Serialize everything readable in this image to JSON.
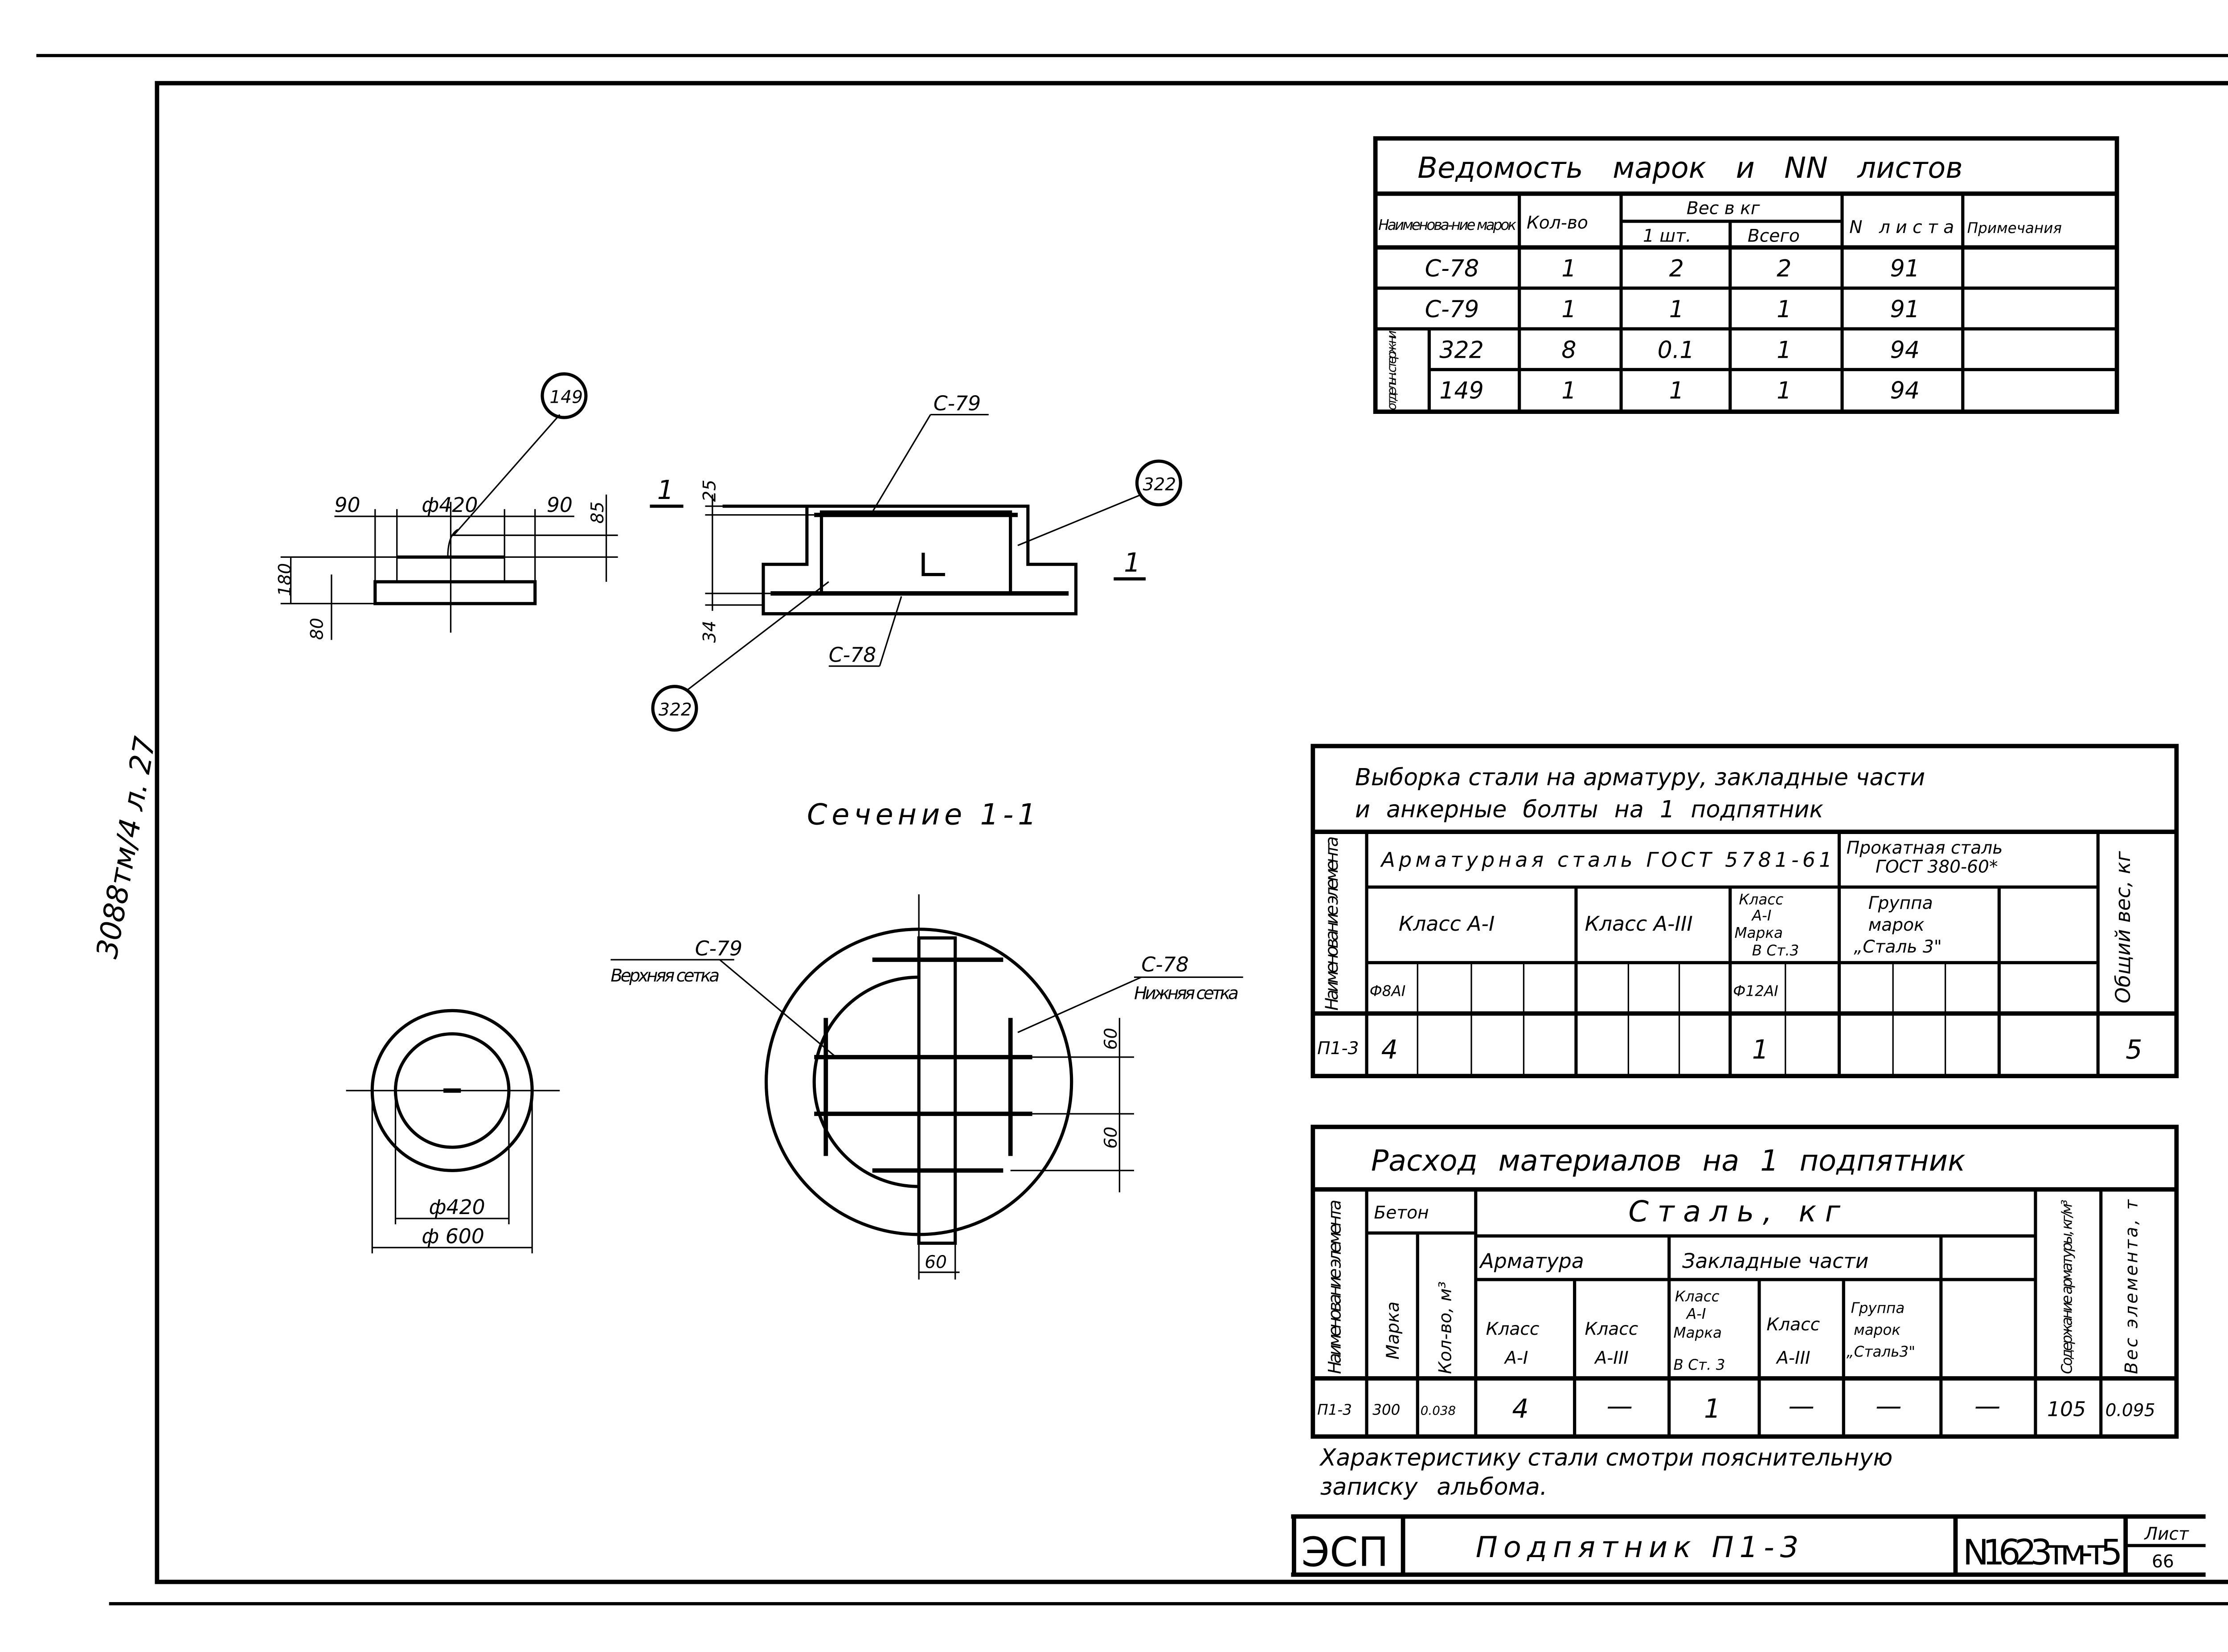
{
  "margin_note": "3088тм/4 л. 27",
  "drawing": {
    "elevation_dims": {
      "d420": "ф420",
      "left90": "90",
      "right90": "90",
      "h85": "85",
      "h180": "180",
      "h80": "80"
    },
    "elevation_callout": "149",
    "section_labels": {
      "c79": "С-79",
      "c78": "С-78",
      "callout_top": "322",
      "callout_bottom": "322",
      "cut_left": "1",
      "cut_right": "1",
      "h25": "25",
      "h34": "34"
    },
    "section_title": "Сечение 1-1",
    "plan_small": {
      "d420": "ф420",
      "d600": "ф 600"
    },
    "plan_large": {
      "c79": "С-79",
      "c79_note": "Верхняя сетка",
      "c78": "С-78",
      "c78_note": "Нижняя сетка",
      "dim60a": "60",
      "dim60b": "60",
      "dim60c": "60"
    }
  },
  "marks_table": {
    "title": "Ведомость марок и NN листов",
    "headers": {
      "name": "Наименова-ние марок",
      "qty": "Кол-во",
      "weight": "Вес в кг",
      "per_unit": "1 шт.",
      "total": "Всего",
      "sheet": "N листа",
      "note": "Примечания"
    },
    "group_label": "отдельн. стерж-ни",
    "rows": [
      {
        "name": "С-78",
        "qty": "1",
        "per_unit": "2",
        "total": "2",
        "sheet": "91",
        "note": ""
      },
      {
        "name": "С-79",
        "qty": "1",
        "per_unit": "1",
        "total": "1",
        "sheet": "91",
        "note": ""
      },
      {
        "name": "322",
        "qty": "8",
        "per_unit": "0.1",
        "total": "1",
        "sheet": "94",
        "note": ""
      },
      {
        "name": "149",
        "qty": "1",
        "per_unit": "1",
        "total": "1",
        "sheet": "94",
        "note": ""
      }
    ]
  },
  "steel_table": {
    "title_line1": "Выборка стали на арматуру, закладные части",
    "title_line2": "и анкерные болты на 1 подпятник",
    "element_header": "Наименование элемента",
    "rebar_header": "Арматурная сталь ГОСТ 5781-61",
    "rolled_header_1": "Прокатная сталь",
    "rolled_header_2": "ГОСТ 380-60*",
    "class_a1": "Класс А-I",
    "class_a3": "Класс А-III",
    "class_a1_mark": [
      "Класс",
      "А-I",
      "Марка",
      "В Ст.3"
    ],
    "group_marks": [
      "Группа",
      "марок",
      "„Сталь 3\""
    ],
    "total_header": "Общий вес, кг",
    "dia1": "Ф8АI",
    "dia2": "Ф12АI",
    "row": {
      "element": "П1-3",
      "a1": "4",
      "a1_mark": "1",
      "total": "5"
    }
  },
  "materials_table": {
    "title": "Расход материалов на 1 подпятник",
    "element_header": "Наименование элемента",
    "concrete": "Бетон",
    "steel": "Сталь, кг",
    "mark": "Марка",
    "volume": "Кол-во, м³",
    "rebar": "Арматура",
    "embedded": "Закладные части",
    "class_a1": [
      "Класс",
      "А-I"
    ],
    "class_a3": [
      "Класс",
      "А-III"
    ],
    "class_a1_mark": [
      "Класс",
      "А-I",
      "Марка",
      "В Ст. 3"
    ],
    "class_a3_b": [
      "Класс",
      "А-III"
    ],
    "group_marks": [
      "Группа",
      "марок",
      "„Сталь3\""
    ],
    "content": "Содержание арматуры, кг/м³",
    "weight": "Вес элемента, т",
    "row": {
      "element": "П1-3",
      "mark": "300",
      "volume": "0.038",
      "a1": "4",
      "a3": "—",
      "emb_a1": "1",
      "emb_a3": "—",
      "group": "—",
      "extra": "—",
      "content": "105",
      "weight": "0.095"
    }
  },
  "note": [
    "Характеристику стали смотри пояснительную",
    "записку альбома."
  ],
  "title_block": {
    "org": "ЭСП",
    "title": "Подпятник П1-3",
    "number": "N1623тм-т5",
    "sheet_label": "Лист",
    "sheet": "66"
  }
}
